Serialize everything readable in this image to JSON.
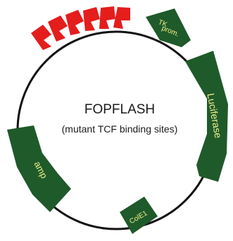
{
  "diagram": {
    "title": "FOPFLASH",
    "subtitle": "(mutant TCF binding sites)",
    "features": {
      "tk": {
        "line1": "TK",
        "line2": "prom."
      },
      "luciferase": "Luciferase",
      "cole1": "ColE1",
      "amp": "amp",
      "binding_sites": {
        "count": 6
      }
    },
    "colors": {
      "feature_fill": "#1f5a2a",
      "feature_label": "#f3f08a",
      "binding_sites": "#e41d1d",
      "backbone": "#111111"
    }
  }
}
